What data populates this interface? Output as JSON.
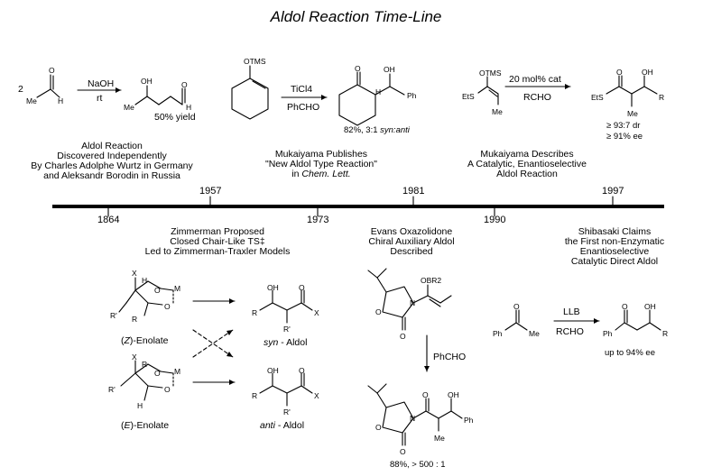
{
  "title": "Aldol Reaction Time-Line",
  "timeline": {
    "years_top": [
      "1957",
      "1981",
      "1997"
    ],
    "years_bottom": [
      "1864",
      "1973",
      "1990"
    ]
  },
  "events": {
    "e1864": [
      "Aldol Reaction",
      "Discovered Independently",
      "By Charles Adolphe Wurtz in Germany",
      "and Aleksandr Borodin in Russia"
    ],
    "e1973": [
      "Mukaiyama Publishes",
      "\"New Aldol Type Reaction\"",
      "in Chem. Lett."
    ],
    "e1990": [
      "Mukaiyama Describes",
      "A Catalytic, Enantioselective",
      "Aldol Reaction"
    ],
    "e1957": [
      "Zimmerman Proposed",
      "Closed Chair-Like TS‡",
      "Led to Zimmerman-Traxler Models"
    ],
    "e1981": [
      "Evans Oxazolidone",
      "Chiral Auxiliary Aldol",
      "Described"
    ],
    "e1997": [
      "Shibasaki Claims",
      "the First non-Enzymatic",
      "Enantioselective",
      "Catalytic Direct Aldol"
    ]
  },
  "reactions": {
    "r1": {
      "coefficient": "2",
      "reagent_top": "NaOH",
      "reagent_bottom": "rt",
      "yield": "50% yield",
      "atoms": [
        "Me",
        "H",
        "O",
        "OH",
        "Me",
        "H",
        "O"
      ]
    },
    "r2": {
      "reagent_top": "TiCl4",
      "reagent_bottom": "PhCHO",
      "result": "82%, 3:1 ",
      "result_italic": "syn:anti",
      "atoms": [
        "OTMS",
        "O",
        "OH",
        "H",
        "Ph"
      ]
    },
    "r3": {
      "reagent_top": "20 mol% cat",
      "reagent_bottom": "RCHO",
      "dr": "≥ 93:7 dr",
      "ee": "≥ 91% ee",
      "atoms": [
        "OTMS",
        "EtS",
        "Me",
        "O",
        "OH",
        "EtS",
        "R",
        "Me"
      ]
    },
    "r4": {
      "atoms": [
        "OBR2",
        "O",
        "N",
        "O"
      ],
      "reagent": "PhCHO",
      "result": "88%, > 500 : 1",
      "product_atoms": [
        "OH",
        "O",
        "N",
        "O",
        "Ph",
        "Me",
        "O"
      ]
    },
    "r5": {
      "reagent_top": "LLB",
      "reagent_bottom": "RCHO",
      "ee": "up to 94% ee",
      "atoms": [
        "O",
        "Ph",
        "Me",
        "O",
        "OH",
        "Ph",
        "R"
      ]
    }
  },
  "zimmerman": {
    "z_label_prefix": "(",
    "z_label_letter": "Z",
    "z_label_suffix": ")-Enolate",
    "e_label_prefix": "(",
    "e_label_letter": "E",
    "e_label_suffix": ")-Enolate",
    "syn_label": "syn",
    "syn_suffix": " - Aldol",
    "anti_label": "anti",
    "anti_suffix": " - Aldol",
    "ts_atoms": [
      "X",
      "H",
      "O",
      "M",
      "O",
      "R",
      "R'"
    ],
    "ts2_atoms": [
      "X",
      "R",
      "O",
      "M",
      "O",
      "R'",
      "H"
    ],
    "prod_atoms": [
      "OH",
      "O",
      "R",
      "X",
      "R'"
    ]
  },
  "colors": {
    "ink": "#000000",
    "timeline": "#000000",
    "background": "#ffffff"
  }
}
